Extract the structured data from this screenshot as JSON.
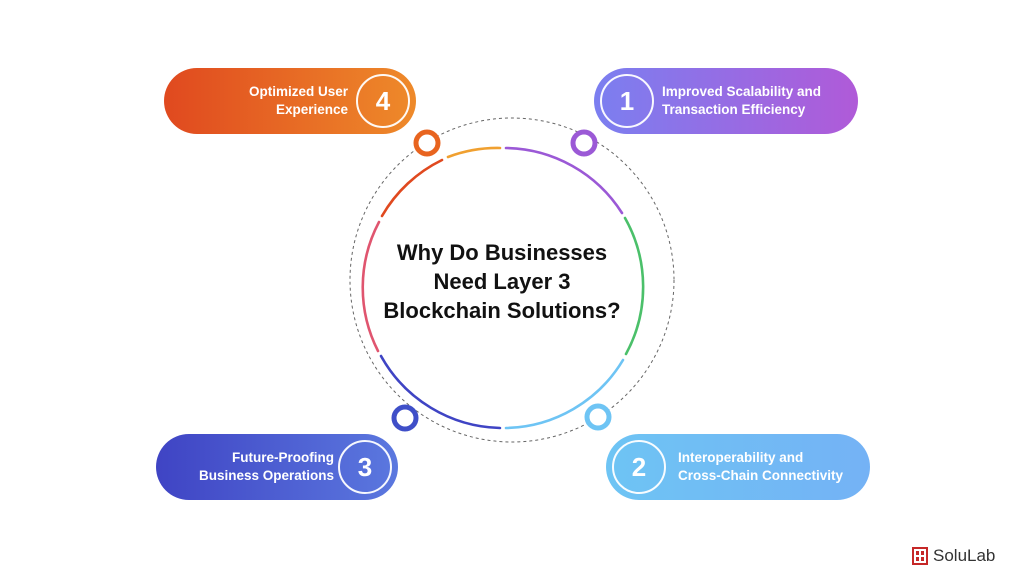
{
  "title_lines": [
    "Why Do Businesses",
    "Need Layer 3",
    "Blockchain Solutions?"
  ],
  "items": [
    {
      "number": "1",
      "lines": [
        "Improved Scalability and",
        "Transaction Efficiency"
      ],
      "colors": [
        "#7b7ff0",
        "#b05ad8"
      ]
    },
    {
      "number": "2",
      "lines": [
        "Interoperability and",
        "Cross-Chain Connectivity"
      ],
      "colors": [
        "#6ec4f4",
        "#74b2f5"
      ]
    },
    {
      "number": "3",
      "lines": [
        "Future-Proofing",
        "Business Operations"
      ],
      "colors": [
        "#3f44c4",
        "#5b78df"
      ]
    },
    {
      "number": "4",
      "lines": [
        "Optimized User",
        "Experience"
      ],
      "colors": [
        "#e0491f",
        "#ee8a2a"
      ]
    }
  ],
  "logo": {
    "text": "SoluLab",
    "icon": "solulab-logo-icon",
    "color": "#c62828"
  },
  "ring_colors": [
    "#9b59d6",
    "#4bc06a",
    "#6ec4f4",
    "#3f44c4",
    "#e0556f",
    "#e0491f",
    "#f0a030"
  ]
}
